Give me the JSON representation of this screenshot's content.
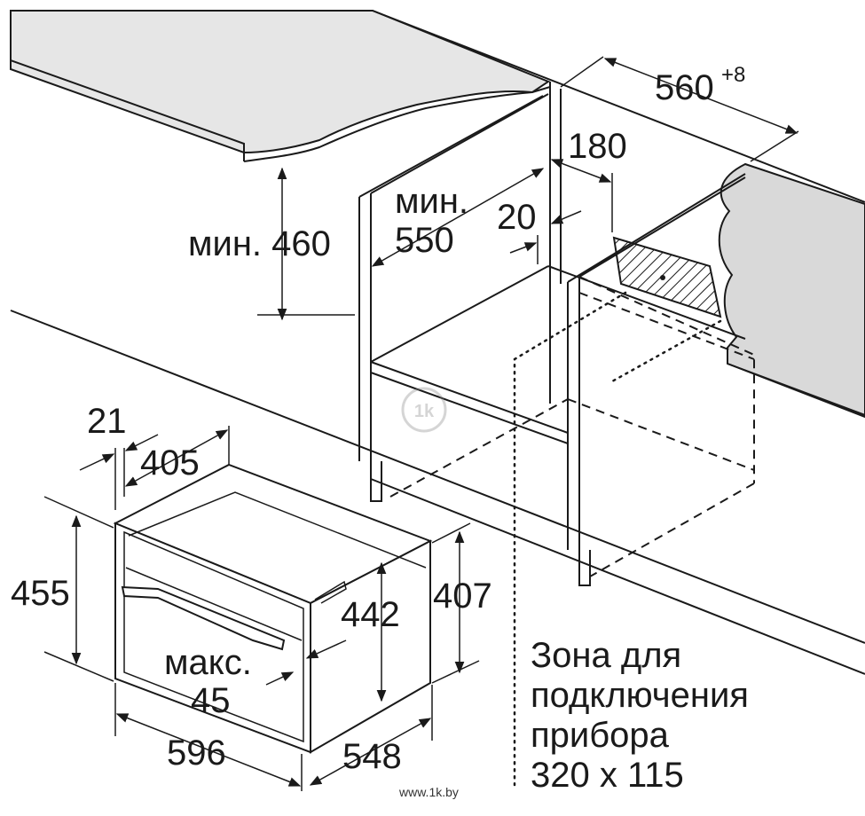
{
  "labels": {
    "niche_width": "560",
    "niche_width_tol": "+8",
    "depth_180": "180",
    "gap_20": "20",
    "min_label": "мин.",
    "min_550": "550",
    "min_460": "мин. 460",
    "frame_21": "21",
    "depth_405": "405",
    "height_455": "455",
    "height_407": "407",
    "height_442": "442",
    "max_label": "макс.",
    "max_45": "45",
    "width_596": "596",
    "depth_548": "548",
    "zone_line1": "Зона для",
    "zone_line2": "подключения",
    "zone_line3": "прибора",
    "zone_line4": "320 x 115"
  },
  "watermark": {
    "logo": "1k",
    "url": "www.1k.by"
  },
  "colors": {
    "line": "#1a1a1a",
    "countertop": "#e6e6e6",
    "wall": "#d9d9d9"
  }
}
